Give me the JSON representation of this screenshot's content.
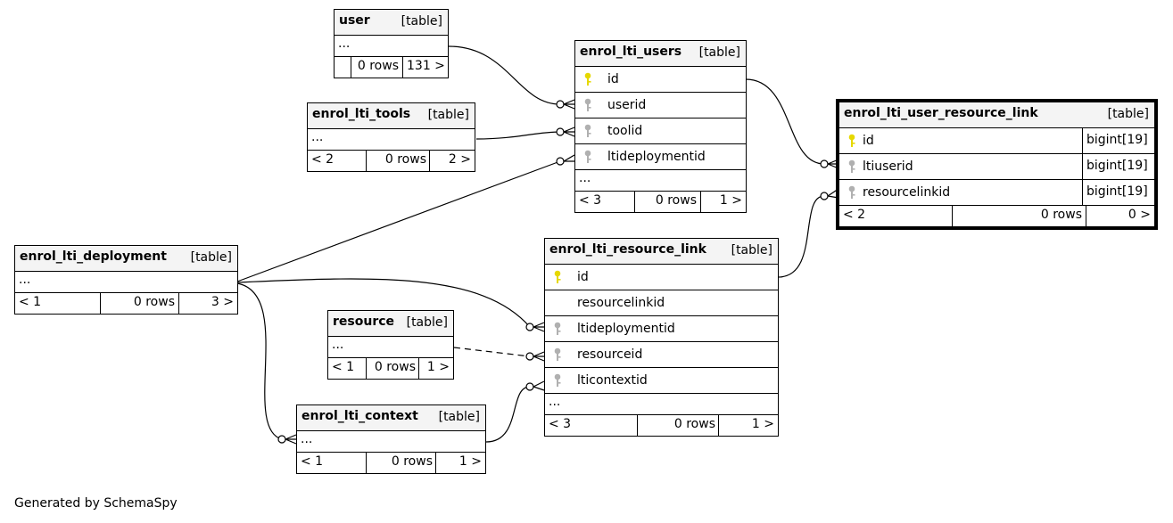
{
  "footer": {
    "generated_by": "Generated by SchemaSpy"
  },
  "ellipsis": "...",
  "tables": {
    "user": {
      "name": "user",
      "tag": "[table]",
      "prev": "",
      "rows": "0 rows",
      "next": "131 >"
    },
    "enrol_lti_tools": {
      "name": "enrol_lti_tools",
      "tag": "[table]",
      "prev": "< 2",
      "rows": "0 rows",
      "next": "2 >"
    },
    "enrol_lti_users": {
      "name": "enrol_lti_users",
      "tag": "[table]",
      "columns": [
        {
          "name": "id",
          "key": "primary"
        },
        {
          "name": "userid",
          "key": "foreign"
        },
        {
          "name": "toolid",
          "key": "foreign"
        },
        {
          "name": "ltideploymentid",
          "key": "foreign"
        }
      ],
      "prev": "< 3",
      "rows": "0 rows",
      "next": "1 >"
    },
    "enrol_lti_user_resource_link": {
      "name": "enrol_lti_user_resource_link",
      "tag": "[table]",
      "columns": [
        {
          "name": "id",
          "type": "bigint[19]",
          "key": "primary"
        },
        {
          "name": "ltiuserid",
          "type": "bigint[19]",
          "key": "foreign"
        },
        {
          "name": "resourcelinkid",
          "type": "bigint[19]",
          "key": "foreign"
        }
      ],
      "prev": "< 2",
      "rows": "0 rows",
      "next": "0 >"
    },
    "enrol_lti_deployment": {
      "name": "enrol_lti_deployment",
      "tag": "[table]",
      "prev": "< 1",
      "rows": "0 rows",
      "next": "3 >"
    },
    "enrol_lti_resource_link": {
      "name": "enrol_lti_resource_link",
      "tag": "[table]",
      "columns": [
        {
          "name": "id",
          "key": "primary"
        },
        {
          "name": "resourcelinkid",
          "key": "none"
        },
        {
          "name": "ltideploymentid",
          "key": "foreign"
        },
        {
          "name": "resourceid",
          "key": "foreign"
        },
        {
          "name": "lticontextid",
          "key": "foreign"
        }
      ],
      "prev": "< 3",
      "rows": "0 rows",
      "next": "1 >"
    },
    "resource": {
      "name": "resource",
      "tag": "[table]",
      "prev": "< 1",
      "rows": "0 rows",
      "next": "1 >"
    },
    "enrol_lti_context": {
      "name": "enrol_lti_context",
      "tag": "[table]",
      "prev": "< 1",
      "rows": "0 rows",
      "next": "1 >"
    }
  },
  "colors": {
    "primary_key": "#e6d800",
    "foreign_key": "#b0b0b0",
    "header_bg": "#f4f4f4",
    "line": "#000000"
  }
}
